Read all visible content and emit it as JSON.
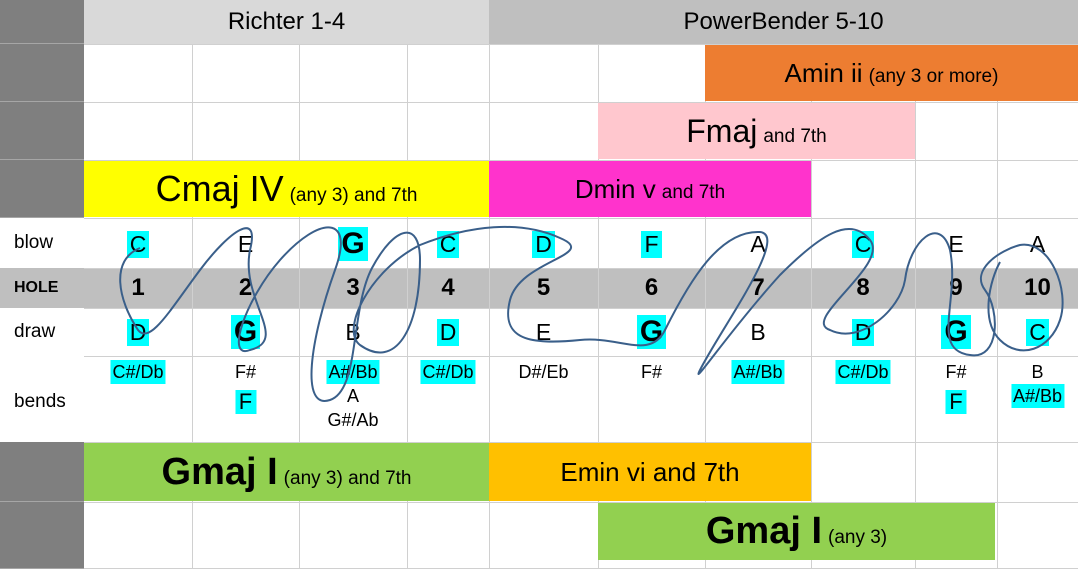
{
  "header": {
    "left": "Richter 1-4",
    "right": "PowerBender 5-10"
  },
  "chords": {
    "amin": {
      "name": "Amin ii",
      "note": "(any 3 or more)"
    },
    "fmaj": {
      "name": "Fmaj",
      "note": "and 7th"
    },
    "cmaj": {
      "name": "Cmaj IV",
      "note": "(any 3) and 7th"
    },
    "dmin": {
      "name": "Dmin v",
      "note": "and 7th"
    },
    "gmaj1": {
      "name": "Gmaj I",
      "note": "(any 3) and 7th"
    },
    "emin": {
      "name": "Emin vi and 7th"
    },
    "gmaj2": {
      "name": "Gmaj I",
      "note": "(any 3)"
    }
  },
  "row_labels": {
    "blow": "blow",
    "hole": "HOLE",
    "draw": "draw",
    "bends": "bends"
  },
  "blow": [
    "C",
    "E",
    "G",
    "C",
    "D",
    "F",
    "A",
    "C",
    "E",
    "A"
  ],
  "holes": [
    "1",
    "2",
    "3",
    "4",
    "5",
    "6",
    "7",
    "8",
    "9",
    "10"
  ],
  "draw": [
    "D",
    "G",
    "B",
    "D",
    "E",
    "G",
    "B",
    "D",
    "G",
    "C"
  ],
  "bends": [
    [
      "C#/Db"
    ],
    [
      "F#",
      "F"
    ],
    [
      "A#/Bb",
      "A",
      "G#/Ab"
    ],
    [
      "C#/Db"
    ],
    [
      "D#/Eb"
    ],
    [
      "F#"
    ],
    [
      "A#/Bb"
    ],
    [
      "C#/Db"
    ],
    [
      "F#",
      "F"
    ],
    [
      "B",
      "A#/Bb"
    ]
  ],
  "colors": {
    "header_bg": "#d9d9d9",
    "row_head": "#7f7f7f",
    "hole_row": "#bfbfbf",
    "highlight": "#00ffff",
    "amin": "#ed7d31",
    "fmaj": "#ffc7ce",
    "cmaj": "#ffff00",
    "dmin": "#ff33cc",
    "gmaj": "#92d050",
    "emin": "#ffc000",
    "curve": "#3a5f8a"
  }
}
